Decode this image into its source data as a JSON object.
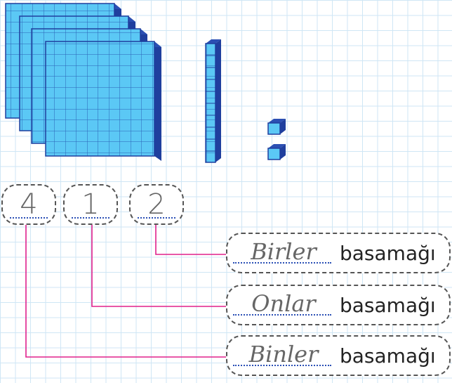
{
  "digits": [
    "4",
    "1",
    "2"
  ],
  "rows": [
    {
      "answer": "Birler",
      "suffix": "basamağı"
    },
    {
      "answer": "Onlar",
      "suffix": "basamağı"
    },
    {
      "answer": "Binler",
      "suffix": "basamağı"
    }
  ],
  "blocks": {
    "thousands": 4,
    "tens": 1,
    "ones": 2
  },
  "colors": {
    "block_face": "#5bc8f5",
    "block_dark": "#1f3f9e",
    "connector": "#e0208c"
  }
}
